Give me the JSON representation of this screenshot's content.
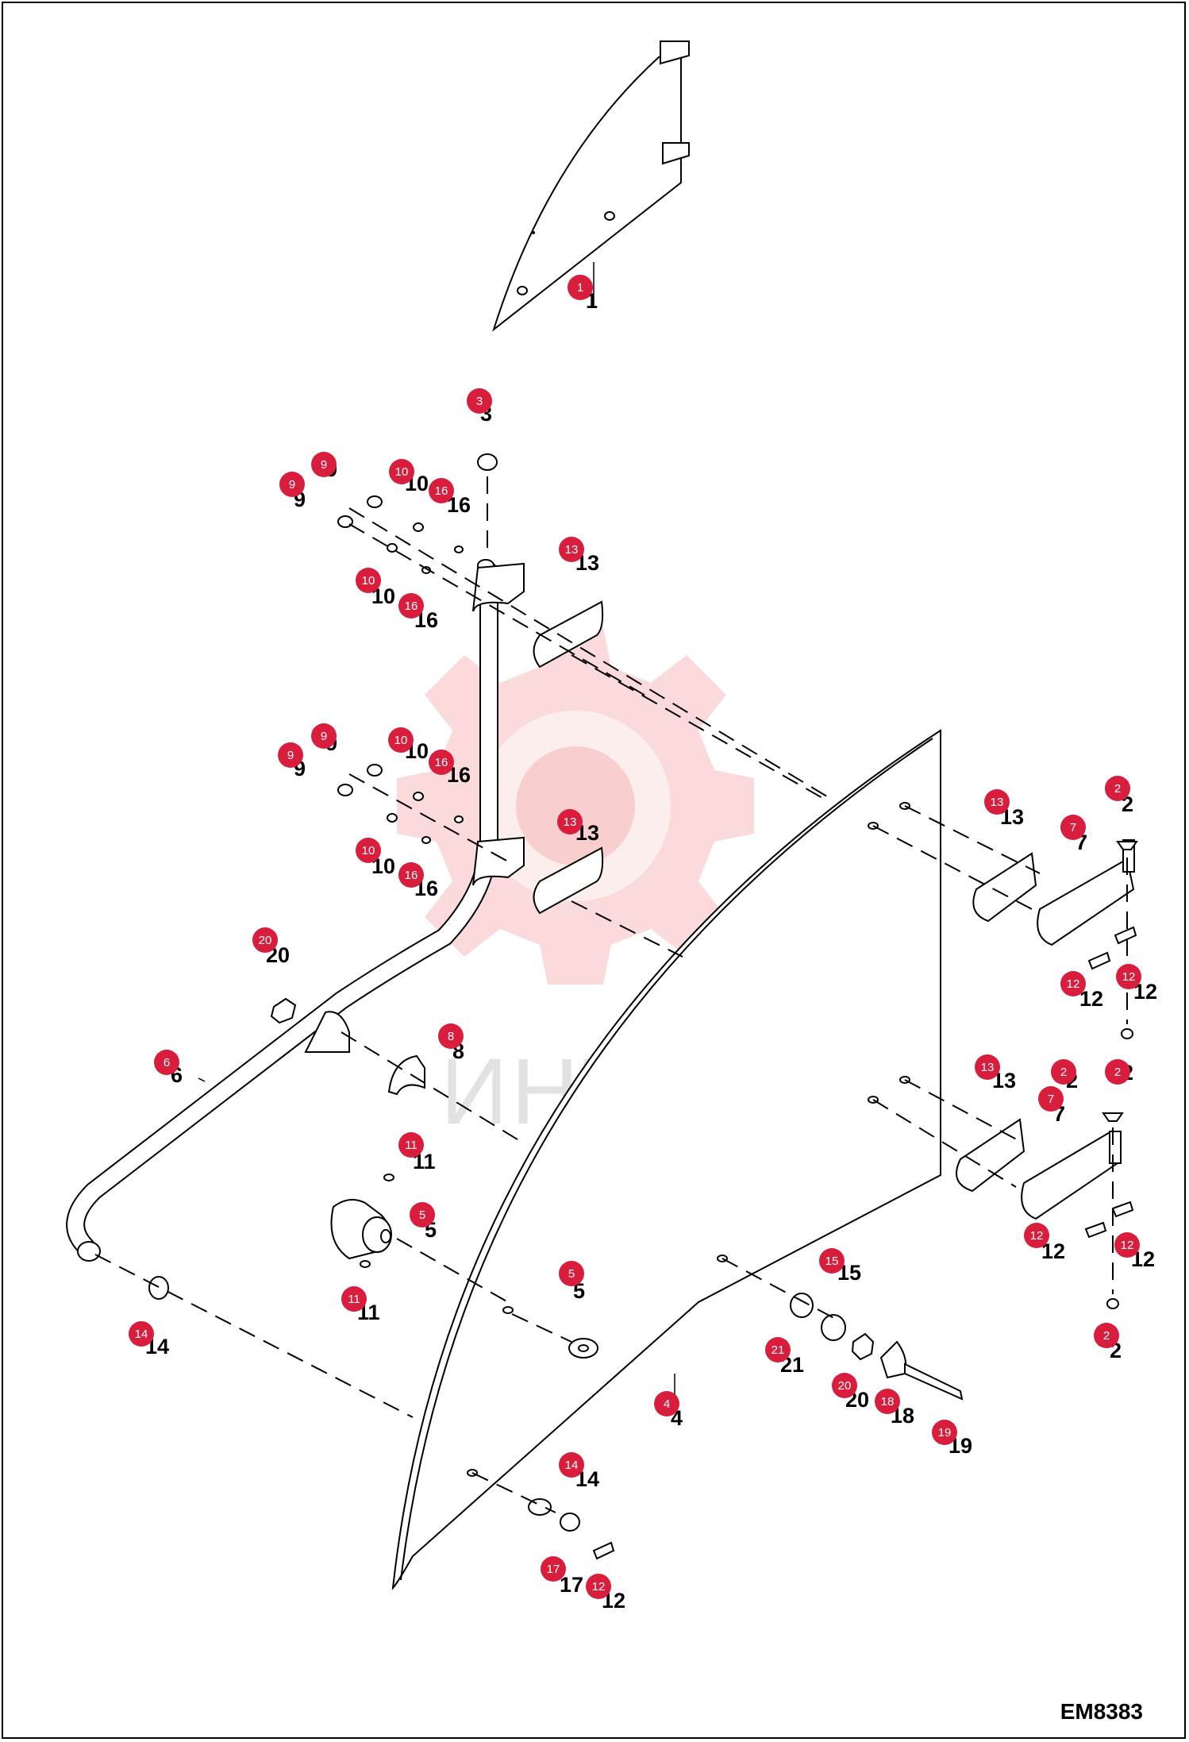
{
  "watermark": {
    "text": "ИНТЕХ",
    "color": "#f08b8b"
  },
  "drawing_code": "EM8383",
  "callout_color": "#d81e3c",
  "callouts": [
    {
      "id": "c1",
      "num": "1"
    },
    {
      "id": "c3",
      "num": "3"
    },
    {
      "id": "c9a",
      "num": "9"
    },
    {
      "id": "c9b",
      "num": "9"
    },
    {
      "id": "c10a",
      "num": "10"
    },
    {
      "id": "c16a",
      "num": "16"
    },
    {
      "id": "c10b",
      "num": "10"
    },
    {
      "id": "c16b",
      "num": "16"
    },
    {
      "id": "c13a",
      "num": "13"
    },
    {
      "id": "c9c",
      "num": "9"
    },
    {
      "id": "c9d",
      "num": "9"
    },
    {
      "id": "c10c",
      "num": "10"
    },
    {
      "id": "c16c",
      "num": "16"
    },
    {
      "id": "c10d",
      "num": "10"
    },
    {
      "id": "c16d",
      "num": "16"
    },
    {
      "id": "c13b",
      "num": "13"
    },
    {
      "id": "c20a",
      "num": "20"
    },
    {
      "id": "c6",
      "num": "6"
    },
    {
      "id": "c8",
      "num": "8"
    },
    {
      "id": "c11a",
      "num": "11"
    },
    {
      "id": "c5a",
      "num": "5"
    },
    {
      "id": "c11b",
      "num": "11"
    },
    {
      "id": "c14a",
      "num": "14"
    },
    {
      "id": "c5b",
      "num": "5"
    },
    {
      "id": "c4",
      "num": "4"
    },
    {
      "id": "c14b",
      "num": "14"
    },
    {
      "id": "c17",
      "num": "17"
    },
    {
      "id": "c12e",
      "num": "12"
    },
    {
      "id": "c15",
      "num": "15"
    },
    {
      "id": "c21",
      "num": "21"
    },
    {
      "id": "c20b",
      "num": "20"
    },
    {
      "id": "c18",
      "num": "18"
    },
    {
      "id": "c19",
      "num": "19"
    },
    {
      "id": "c13c",
      "num": "13"
    },
    {
      "id": "c7a",
      "num": "7"
    },
    {
      "id": "c2a",
      "num": "2"
    },
    {
      "id": "c12a",
      "num": "12"
    },
    {
      "id": "c12b",
      "num": "12"
    },
    {
      "id": "c2b",
      "num": "2"
    },
    {
      "id": "c13d",
      "num": "13"
    },
    {
      "id": "c2c",
      "num": "2"
    },
    {
      "id": "c7b",
      "num": "7"
    },
    {
      "id": "c12c",
      "num": "12"
    },
    {
      "id": "c12d",
      "num": "12"
    },
    {
      "id": "c2d",
      "num": "2"
    }
  ]
}
